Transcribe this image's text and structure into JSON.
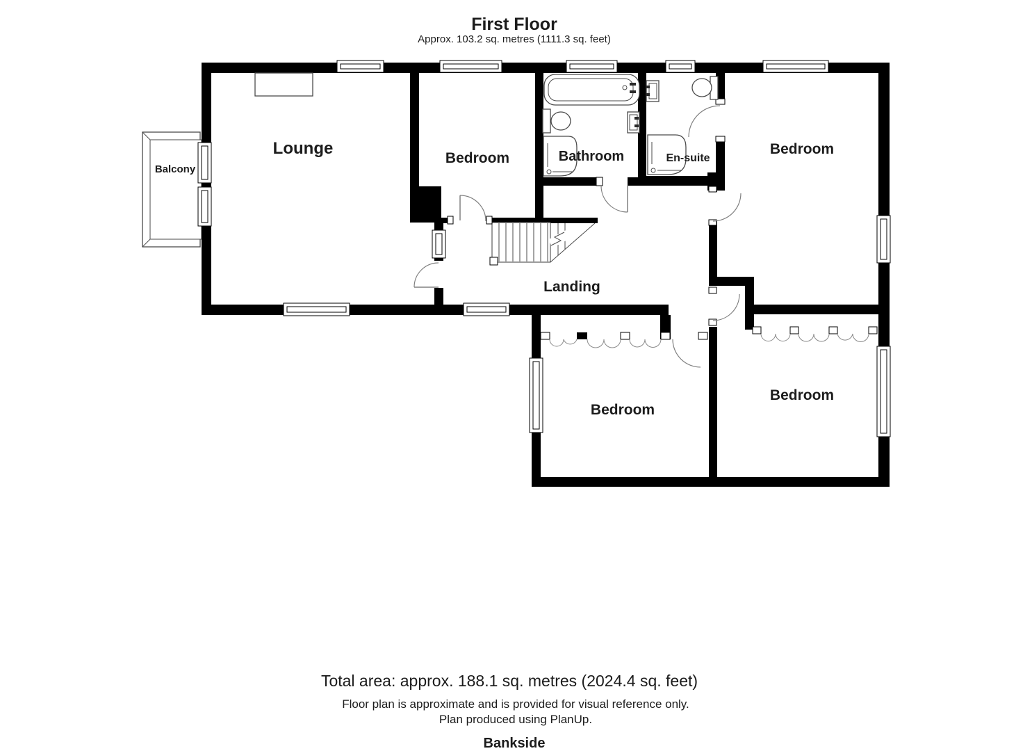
{
  "header": {
    "title": "First Floor",
    "subtitle": "Approx. 103.2 sq. metres (1111.3 sq. feet)"
  },
  "rooms": {
    "balcony": {
      "label": "Balcony"
    },
    "lounge": {
      "label": "Lounge"
    },
    "bedroom_top_middle": {
      "label": "Bedroom"
    },
    "bathroom": {
      "label": "Bathroom"
    },
    "ensuite": {
      "label": "En-suite"
    },
    "bedroom_top_right": {
      "label": "Bedroom"
    },
    "landing": {
      "label": "Landing"
    },
    "bedroom_bottom_middle": {
      "label": "Bedroom"
    },
    "bedroom_bottom_right": {
      "label": "Bedroom"
    }
  },
  "footer": {
    "total_area": "Total area: approx. 188.1 sq. metres (2024.4 sq. feet)",
    "disclaimer_line1": "Floor plan is approximate and is provided for visual reference only.",
    "disclaimer_line2": "Plan produced using PlanUp.",
    "property_name": "Bankside"
  },
  "colors": {
    "wall": "#000000",
    "fixture_line": "#4a4a4a",
    "door_arc": "#808080",
    "background": "#ffffff"
  }
}
